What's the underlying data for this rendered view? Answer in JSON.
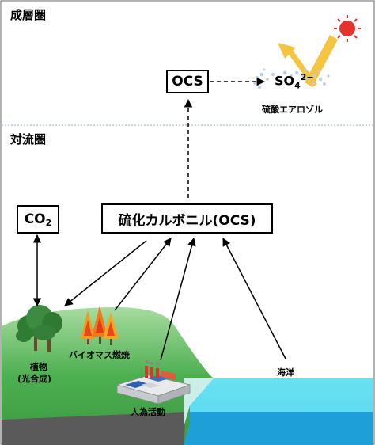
{
  "zones": {
    "stratosphere": "成層圏",
    "troposphere": "対流圏"
  },
  "boxes": {
    "ocs_upper": "OCS",
    "co2_main": "CO",
    "co2_sub": "2",
    "ocs_main": "硫化カルボニル(OCS)"
  },
  "sulfate": {
    "base": "SO",
    "sub": "4",
    "sup": "2−",
    "caption": "硫酸エアロゾル"
  },
  "sources": {
    "plants_line1": "植物",
    "plants_line2": "(光合成)",
    "biomass": "バイオマス燃焼",
    "human": "人為活動",
    "ocean": "海洋"
  },
  "colors": {
    "land": "#4caf50",
    "land_light": "#8fd08f",
    "ocean": "#2fb7e8",
    "ocean_light": "#62e0f0",
    "rock": "#555555",
    "sun": "#e5322b",
    "ray": "#f5c542"
  }
}
